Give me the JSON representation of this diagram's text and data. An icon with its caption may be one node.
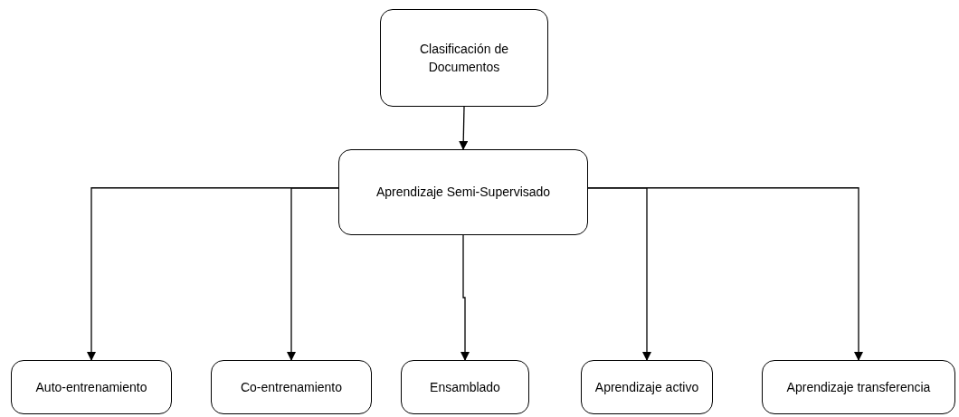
{
  "diagram": {
    "nodes": [
      {
        "text": [
          "Clasificación de Documentos"
        ]
      },
      {
        "text": [
          "Aprendizaje Semi-Supervisado"
        ]
      },
      {
        "text": [
          "Auto-entrenamiento"
        ]
      },
      {
        "text": [
          "Co-entrenamiento"
        ]
      },
      {
        "text": [
          "Ensamblado"
        ]
      },
      {
        "text": [
          "Aprendizaje activo"
        ]
      },
      {
        "text": [
          "Aprendizaje transferencia"
        ]
      }
    ],
    "edges": [
      {
        "from": 0,
        "to": 1,
        "arrow": "to"
      },
      {
        "from": 1,
        "to": 2,
        "arrow": "to"
      },
      {
        "from": 1,
        "to": 3,
        "arrow": "to"
      },
      {
        "from": 1,
        "to": 4,
        "arrow": "to"
      },
      {
        "from": 1,
        "to": 5,
        "arrow": "to"
      },
      {
        "from": 1,
        "to": 6,
        "arrow": "to"
      }
    ]
  }
}
